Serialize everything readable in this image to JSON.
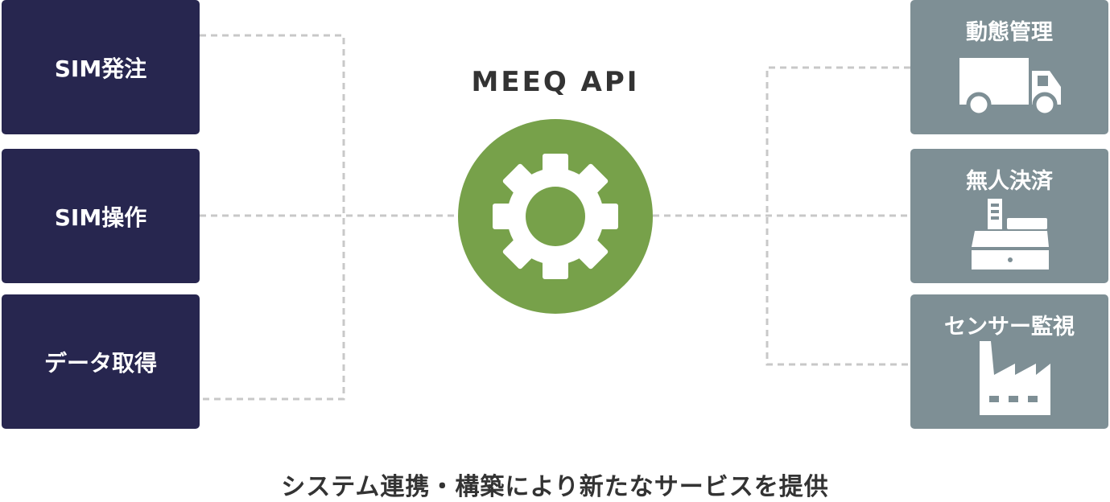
{
  "left_items": [
    {
      "label": "SIM発注"
    },
    {
      "label": "SIM操作"
    },
    {
      "label": "データ取得"
    }
  ],
  "center": {
    "title": "MEEQ  API",
    "icon": "gear-icon"
  },
  "right_items": [
    {
      "label": "動態管理",
      "icon": "truck-icon"
    },
    {
      "label": "無人決済",
      "icon": "cash-register-icon"
    },
    {
      "label": "センサー監視",
      "icon": "factory-icon"
    }
  ],
  "caption": "システム連携・構築により新たなサービスを提供",
  "colors": {
    "left_box": "#27264f",
    "right_box": "#7e8f95",
    "gear_circle": "#77a14a",
    "connector": "#c8c8c8"
  }
}
